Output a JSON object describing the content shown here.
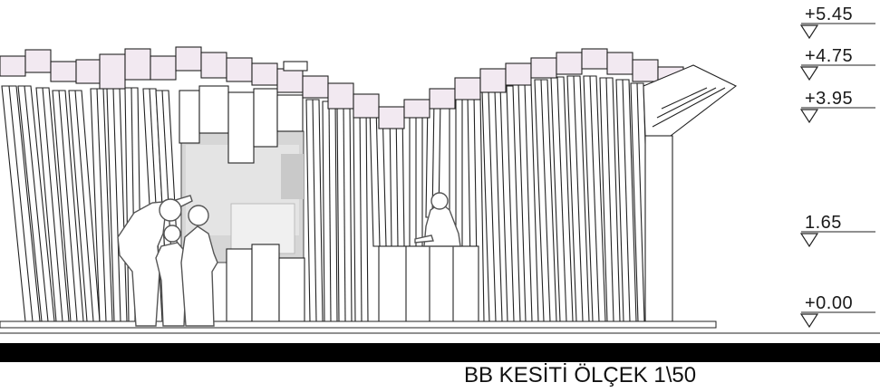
{
  "drawing": {
    "caption": "BB KESİTİ ÖLÇEK 1\\50",
    "levels": [
      {
        "label": "+5.45",
        "value": 5.45
      },
      {
        "label": "+4.75",
        "value": 4.75
      },
      {
        "label": "+3.95",
        "value": 3.95
      },
      {
        "label": "1.65",
        "value": 1.65
      },
      {
        "label": "+0.00",
        "value": 0.0
      }
    ],
    "colors": {
      "line": "#222222",
      "beam_fill": "#f2e9f1",
      "ground_band": "#000000",
      "window_fill": "#d9d9d9",
      "paper": "#ffffff"
    },
    "figures": [
      "adult-pointing-silhouette",
      "child-silhouette",
      "woman-silhouette",
      "seated-person-silhouette"
    ]
  }
}
